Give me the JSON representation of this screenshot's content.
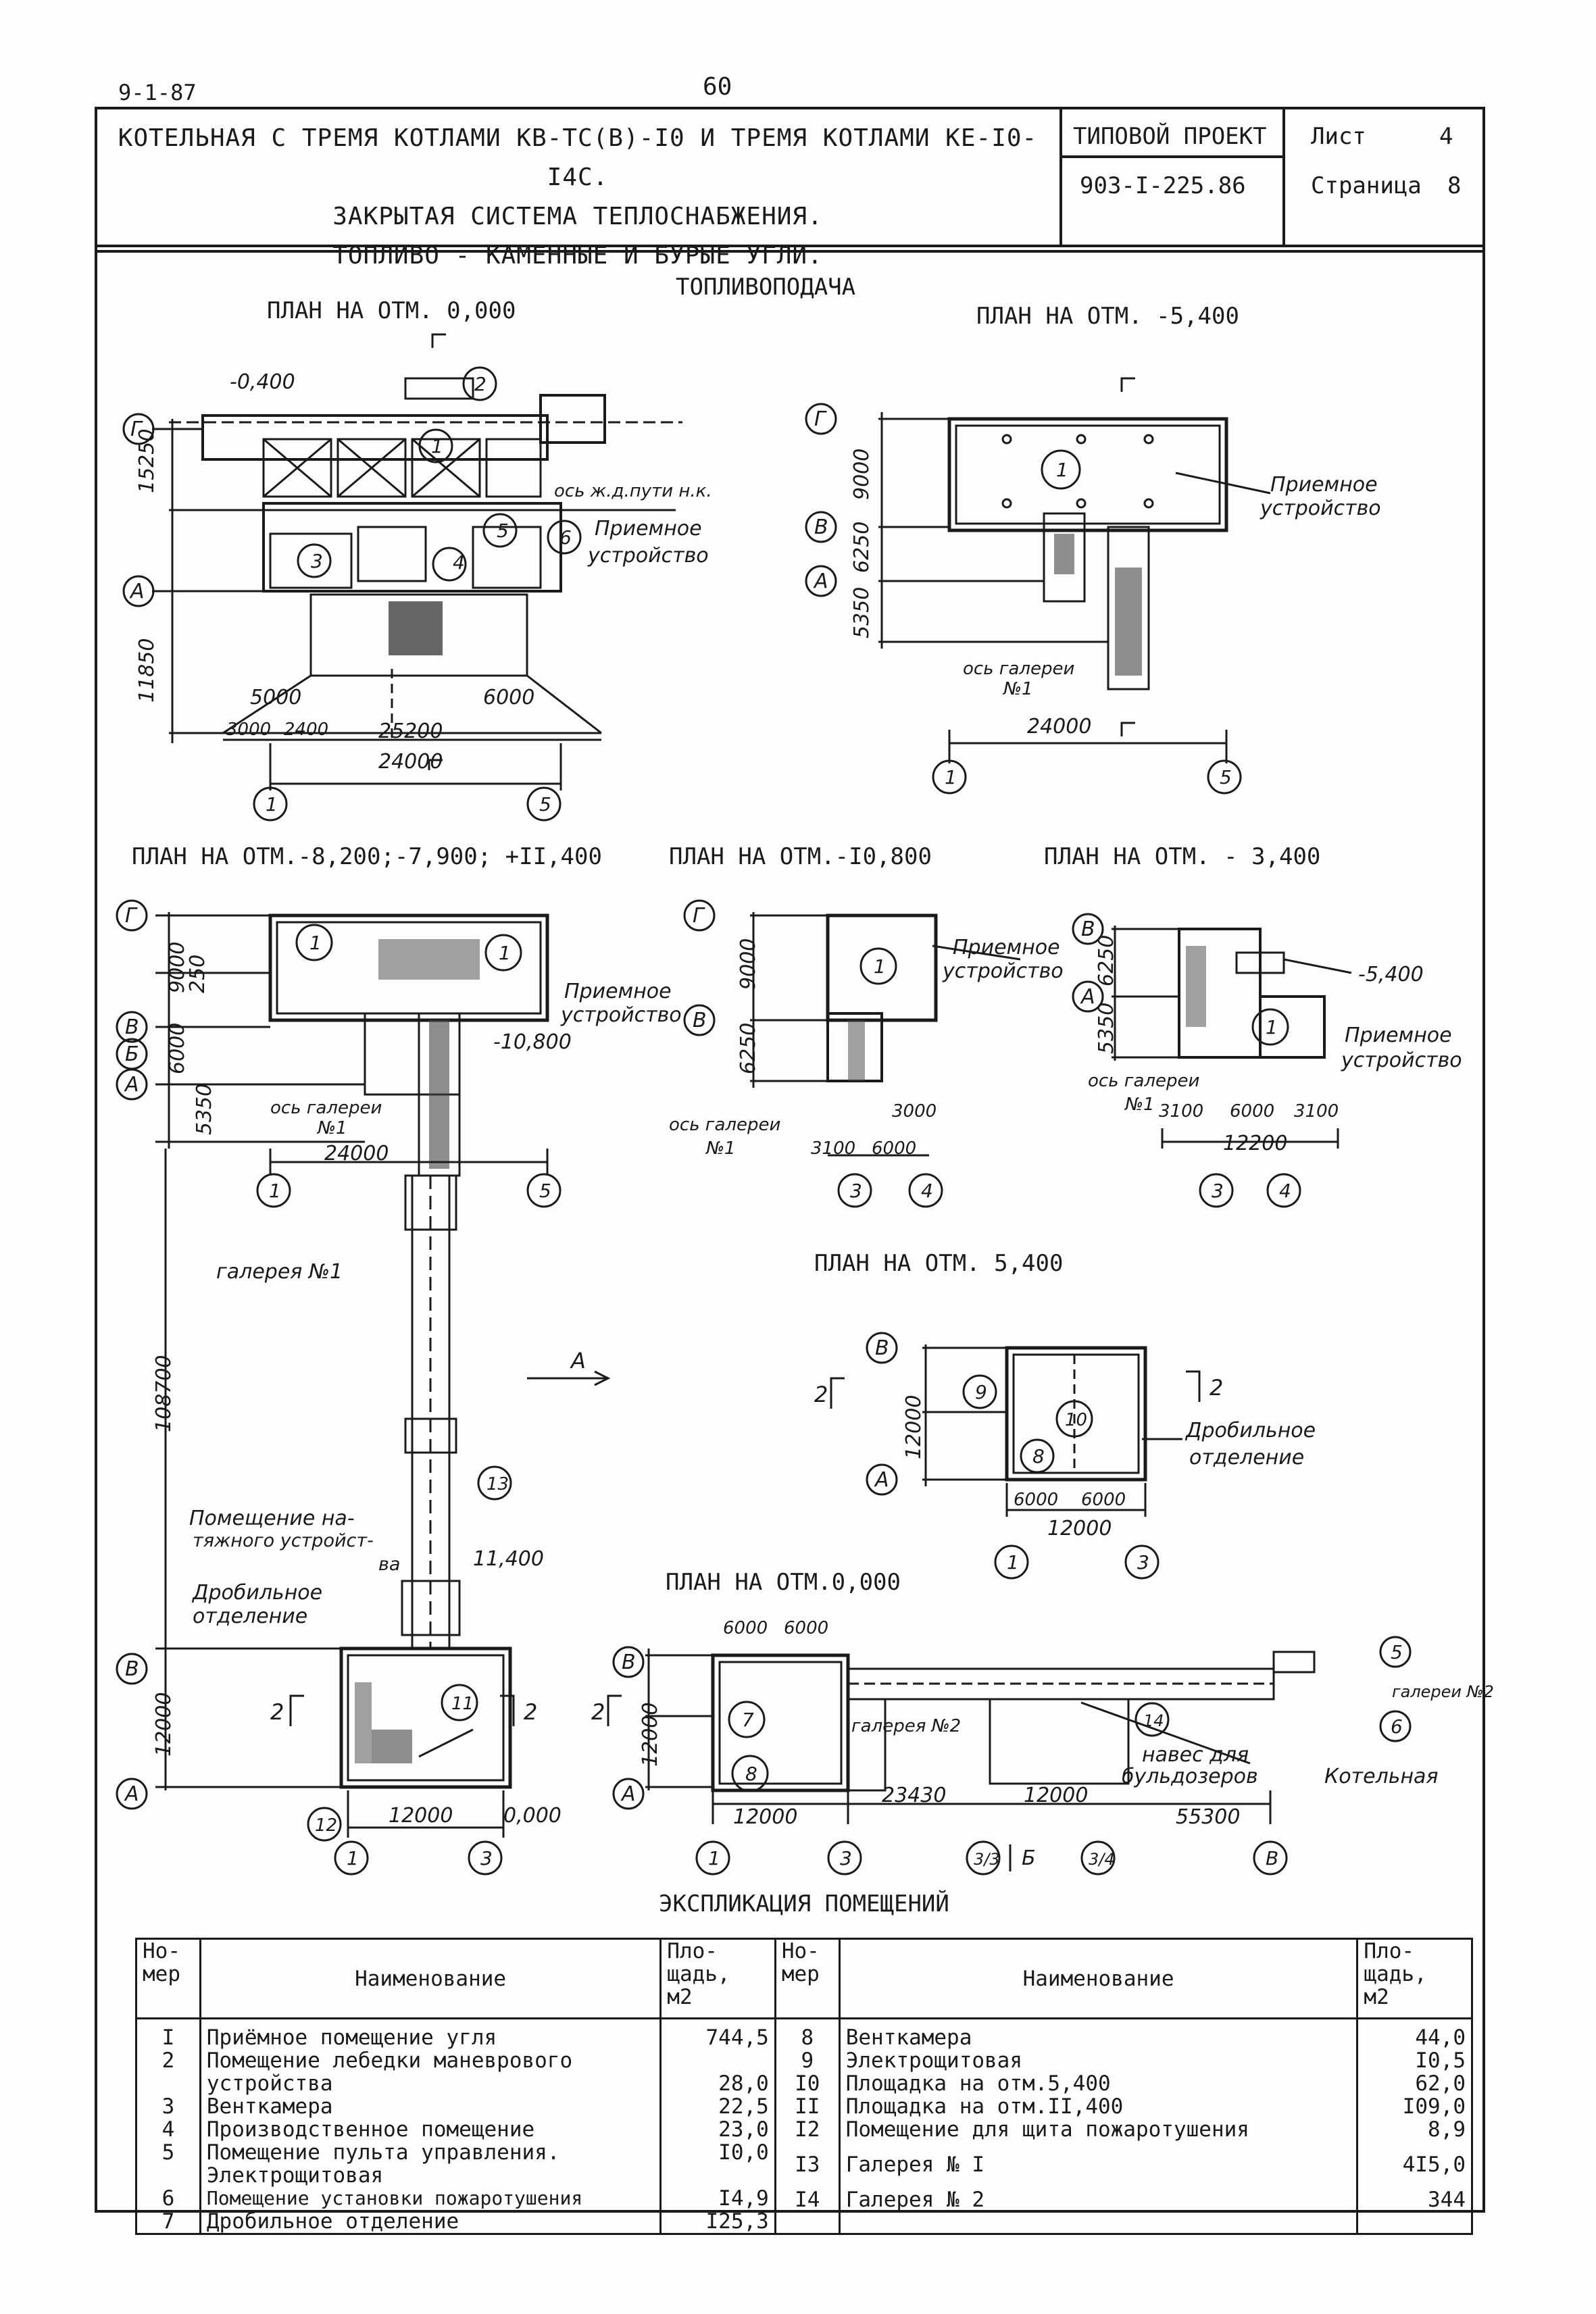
{
  "doc_code": "9-1-87",
  "page_number": "60",
  "header": {
    "title_lines": [
      "КОТЕЛЬНАЯ С ТРЕМЯ КОТЛАМИ КВ-ТС(В)-I0 И ТРЕМЯ КОТЛАМИ КЕ-I0-I4С.",
      "ЗАКРЫТАЯ СИСТЕМА ТЕПЛОСНАБЖЕНИЯ.",
      "ТОПЛИВО - КАМЕННЫЕ И БУРЫЕ УГЛИ."
    ],
    "project_label": "ТИПОВОЙ ПРОЕКТ",
    "project_number": "903-I-225.86",
    "sheet_label": "Лист",
    "sheet_number": "4",
    "page_label": "Страница",
    "page_value": "8"
  },
  "section_title": "ТОПЛИВОПОДАЧА",
  "plans": {
    "plan1": "ПЛАН НА ОТМ. 0,000",
    "plan2": "ПЛАН НА ОТМ. -5,400",
    "plan3": "ПЛАН НА ОТМ.-8,200;-7,900; +II,400",
    "plan4": "ПЛАН НА ОТМ.-I0,800",
    "plan5": "ПЛАН НА ОТМ. - 3,400",
    "plan6": "ПЛАН НА ОТМ. 5,400",
    "plan7": "ПЛАН НА ОТМ.0,000"
  },
  "labels": {
    "priemnoe": "Приемное",
    "ustroystvo": "устройство",
    "os_zh_d": "ось ж.д.пути н.к.",
    "os_galerei": "ось галереи",
    "n1": "№1",
    "galereya_n1": "галерея №1",
    "pomeschenie_nat": "Помещение на-",
    "pomeschenie_nat2": "тяжного устройст-",
    "pomeschenie_nat3": "ва",
    "drobilnoe": "Дробильное",
    "otdelenie": "отделение",
    "galereya_n2": "галерея №2",
    "naves": "навес для",
    "buldozerov": "бульдозеров",
    "kotelnaya": "Котельная",
    "galerei_n2": "галереи №2"
  },
  "dims": {
    "d15250": "15250",
    "d11850": "11850",
    "d5000": "5000",
    "d6000": "6000",
    "d3000": "3000",
    "d2400": "2400",
    "d25200": "25200",
    "d24000": "24000",
    "d9000": "9000",
    "d6250": "6250",
    "d5350": "5350",
    "d108700": "108700",
    "d12000": "12000",
    "d23430": "23430",
    "d55300": "55300",
    "d3100": "3100",
    "d12200": "12200",
    "d250": "250",
    "m0400": "-0,400",
    "m10800": "-10,800",
    "m5400": "-5,400",
    "p11400": "11,400",
    "p0000": "0,000"
  },
  "explication": {
    "title": "ЭКСПЛИКАЦИЯ ПОМЕЩЕНИЙ",
    "headers": {
      "number": [
        "Но-",
        "мер"
      ],
      "name": "Наименование",
      "area": [
        "Пло-",
        "щадь,",
        "м2"
      ]
    },
    "left": [
      {
        "num": "I",
        "name": [
          "Приёмное помещение угля"
        ],
        "area": "744,5"
      },
      {
        "num": "2",
        "name": [
          "Помещение лебедки маневрового",
          "устройства"
        ],
        "area": "28,0"
      },
      {
        "num": "3",
        "name": [
          "Венткамера"
        ],
        "area": "22,5"
      },
      {
        "num": "4",
        "name": [
          "Производственное помещение"
        ],
        "area": "23,0"
      },
      {
        "num": "5",
        "name": [
          "Помещение пульта управления.",
          "Электрощитовая"
        ],
        "area": "I0,0"
      },
      {
        "num": "6",
        "name": [
          "Помещение установки пожаротушения"
        ],
        "area": "I4,9"
      },
      {
        "num": "7",
        "name": [
          "Дробильное отделение"
        ],
        "area": "I25,3"
      }
    ],
    "right": [
      {
        "num": "8",
        "name": [
          "Венткамера"
        ],
        "area": "44,0"
      },
      {
        "num": "9",
        "name": [
          "Электрощитовая"
        ],
        "area": "I0,5"
      },
      {
        "num": "I0",
        "name": [
          "Площадка на отм.5,400"
        ],
        "area": "62,0"
      },
      {
        "num": "II",
        "name": [
          "Площадка на отм.II,400"
        ],
        "area": "I09,0"
      },
      {
        "num": "I2",
        "name": [
          "Помещение для щита пожаротушения"
        ],
        "area": "8,9"
      },
      {
        "num": "I3",
        "name": [
          "Галерея № I"
        ],
        "area": "4I5,0"
      },
      {
        "num": "I4",
        "name": [
          "Галерея № 2"
        ],
        "area": "344"
      }
    ]
  }
}
